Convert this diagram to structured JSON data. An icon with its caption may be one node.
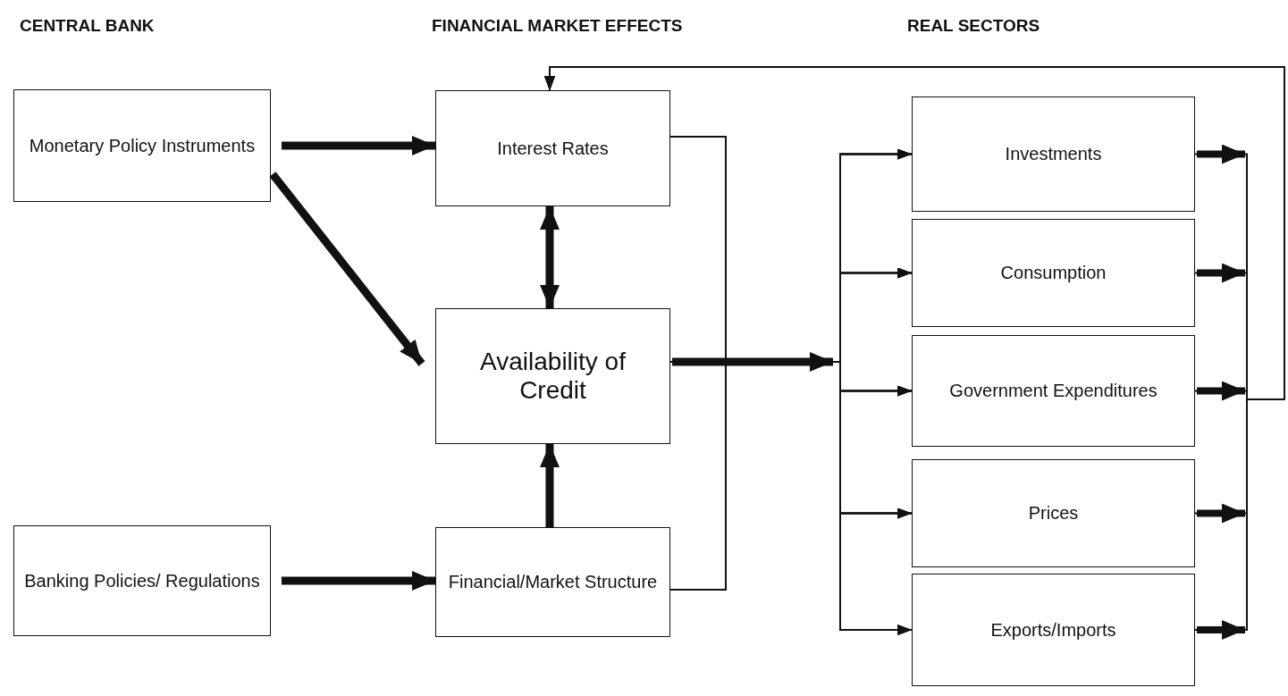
{
  "diagram": {
    "nodes": [
      {
        "text": [
          "Monetary Policy Instruments"
        ]
      },
      {
        "text": [
          "Banking Policies/ Regulations"
        ]
      },
      {
        "text": [
          "Interest Rates"
        ]
      },
      {
        "text": [
          "Availability of Credit"
        ]
      },
      {
        "text": [
          "Financial/Market Structure"
        ]
      },
      {
        "text": [
          "Investments"
        ]
      },
      {
        "text": [
          "Consumption"
        ]
      },
      {
        "text": [
          "Government Expenditures"
        ]
      },
      {
        "text": [
          "Prices"
        ]
      },
      {
        "text": [
          "Exports/Imports"
        ]
      }
    ],
    "edges": [
      {
        "from": 0,
        "to": 2,
        "arrow": "to",
        "style": "thick"
      },
      {
        "from": 0,
        "to": 3,
        "arrow": "to",
        "style": "thick"
      },
      {
        "from": 2,
        "to": 3,
        "arrow": "both",
        "style": "thick"
      },
      {
        "from": 4,
        "to": 3,
        "arrow": "to",
        "style": "thick"
      },
      {
        "from": 1,
        "to": 4,
        "arrow": "to",
        "style": "thick"
      },
      {
        "from": 2,
        "to": 5,
        "arrow": "to"
      },
      {
        "from": 2,
        "to": 6,
        "arrow": "to"
      },
      {
        "from": 2,
        "to": 7,
        "arrow": "to"
      },
      {
        "from": 2,
        "to": 8,
        "arrow": "to"
      },
      {
        "from": 2,
        "to": 9,
        "arrow": "to"
      },
      {
        "from": 3,
        "to": 5,
        "arrow": "to"
      },
      {
        "from": 3,
        "to": 6,
        "arrow": "to"
      },
      {
        "from": 3,
        "to": 7,
        "arrow": "to"
      },
      {
        "from": 3,
        "to": 8,
        "arrow": "to"
      },
      {
        "from": 3,
        "to": 9,
        "arrow": "to"
      },
      {
        "from": 4,
        "to": 5,
        "arrow": "to"
      },
      {
        "from": 4,
        "to": 6,
        "arrow": "to"
      },
      {
        "from": 4,
        "to": 7,
        "arrow": "to"
      },
      {
        "from": 4,
        "to": 8,
        "arrow": "to"
      },
      {
        "from": 4,
        "to": 9,
        "arrow": "to"
      },
      {
        "from": 5,
        "to": 2,
        "arrow": "to"
      },
      {
        "from": 6,
        "to": 2,
        "arrow": "to"
      },
      {
        "from": 7,
        "to": 2,
        "arrow": "to"
      },
      {
        "from": 8,
        "to": 2,
        "arrow": "to"
      },
      {
        "from": 9,
        "to": 2,
        "arrow": "to"
      }
    ],
    "labels": [
      "CENTRAL BANK",
      "FINANCIAL MARKET EFFECTS",
      "REAL SECTORS"
    ]
  }
}
